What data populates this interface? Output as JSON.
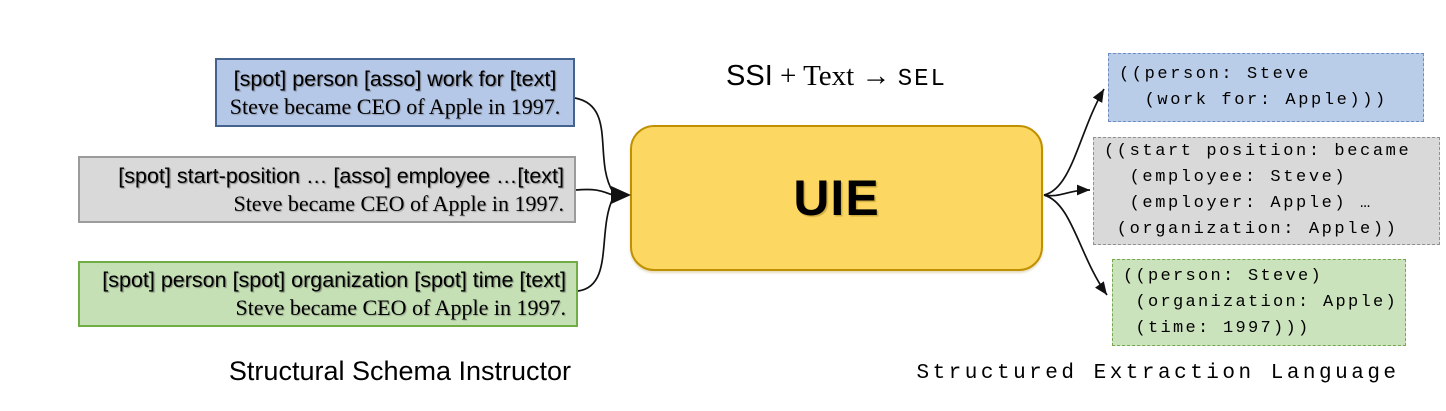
{
  "diagram_title": "UIE overview",
  "center": {
    "formula": {
      "ssi": "SSI",
      "middle": " + Text → ",
      "sel": "SEL"
    },
    "model_label": "UIE",
    "model_fill": "#fcd862",
    "model_border": "#bf9000"
  },
  "left_panel": {
    "caption": "Structural Schema Instructor",
    "boxes": [
      {
        "name": "relation schema",
        "line1": "[spot] person [asso] work for [text]",
        "line2": "Steve became CEO of Apple in 1997.",
        "fill": "#b6c8e8",
        "border": "#46628f"
      },
      {
        "name": "event schema",
        "line1": "[spot] start-position … [asso] employee …[text]",
        "line2": "Steve became CEO of Apple in 1997.",
        "fill": "#d9d9d9",
        "border": "#9b9b9b"
      },
      {
        "name": "entity schema",
        "line1": "[spot] person [spot] organization [spot] time [text]",
        "line2": "Steve became CEO of Apple in 1997.",
        "fill": "#c5e0b4",
        "border": "#70ad47"
      }
    ]
  },
  "right_panel": {
    "caption": "Structured Extraction Language",
    "boxes": [
      {
        "name": "relation output",
        "code": "((person: Steve\n  (work for: Apple)))",
        "fill": "#b9cce8",
        "border": "#6e8cbf"
      },
      {
        "name": "event output",
        "code": "((start position: became\n  (employee: Steve)\n  (employer: Apple) …\n (organization: Apple))",
        "fill": "#d9d9d9",
        "border": "#909090"
      },
      {
        "name": "entity output",
        "code": "((person: Steve)\n (organization: Apple)\n (time: 1997)))",
        "fill": "#cbe3bc",
        "border": "#76a852"
      }
    ]
  }
}
